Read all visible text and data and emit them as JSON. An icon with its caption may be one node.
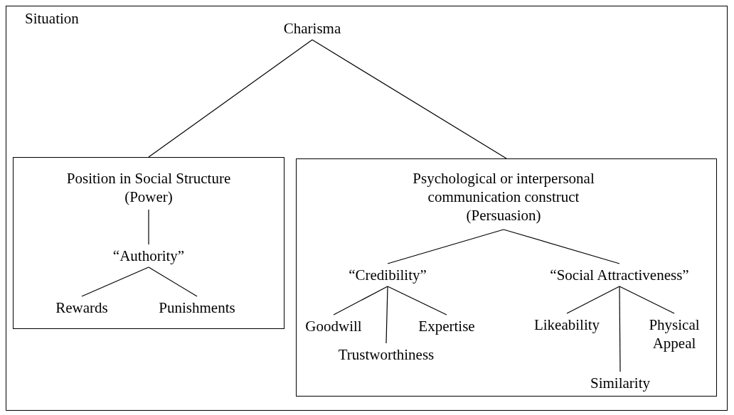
{
  "diagram": {
    "nodes": [
      {
        "text": [
          "Situation"
        ]
      },
      {
        "text": [
          "Charisma"
        ],
        "in": 0
      },
      {
        "text": [],
        "shape": "box",
        "in": 0
      },
      {
        "text": [
          "Position in Social Structure (Power)"
        ],
        "in": 2
      },
      {
        "text": [
          "“Authority”"
        ],
        "in": 2
      },
      {
        "text": [
          "Rewards"
        ],
        "in": 2
      },
      {
        "text": [
          "Punishments"
        ],
        "in": 2
      },
      {
        "text": [],
        "shape": "box",
        "in": 0
      },
      {
        "text": [
          "Psychological or interpersonal communication construct (Persuasion)"
        ],
        "in": 7
      },
      {
        "text": [
          "“Credibility”"
        ],
        "in": 7
      },
      {
        "text": [
          "“Social Attractiveness”"
        ],
        "in": 7
      },
      {
        "text": [
          "Goodwill"
        ],
        "in": 7
      },
      {
        "text": [
          "Trustworthiness"
        ],
        "in": 7
      },
      {
        "text": [
          "Expertise"
        ],
        "in": 7
      },
      {
        "text": [
          "Likeability"
        ],
        "in": 7
      },
      {
        "text": [
          "Similarity"
        ],
        "in": 7
      },
      {
        "text": [
          "Physical Appeal"
        ],
        "in": 7
      }
    ],
    "edges": [
      {
        "from": 1,
        "to": 2,
        "arrow": "none"
      },
      {
        "from": 1,
        "to": 7,
        "arrow": "none"
      },
      {
        "from": 3,
        "to": 4,
        "arrow": "none"
      },
      {
        "from": 4,
        "to": 5,
        "arrow": "none"
      },
      {
        "from": 4,
        "to": 6,
        "arrow": "none"
      },
      {
        "from": 8,
        "to": 9,
        "arrow": "none"
      },
      {
        "from": 8,
        "to": 10,
        "arrow": "none"
      },
      {
        "from": 9,
        "to": 11,
        "arrow": "none"
      },
      {
        "from": 9,
        "to": 12,
        "arrow": "none"
      },
      {
        "from": 9,
        "to": 13,
        "arrow": "none"
      },
      {
        "from": 10,
        "to": 14,
        "arrow": "none"
      },
      {
        "from": 10,
        "to": 15,
        "arrow": "none"
      },
      {
        "from": 10,
        "to": 16,
        "arrow": "none"
      }
    ]
  }
}
